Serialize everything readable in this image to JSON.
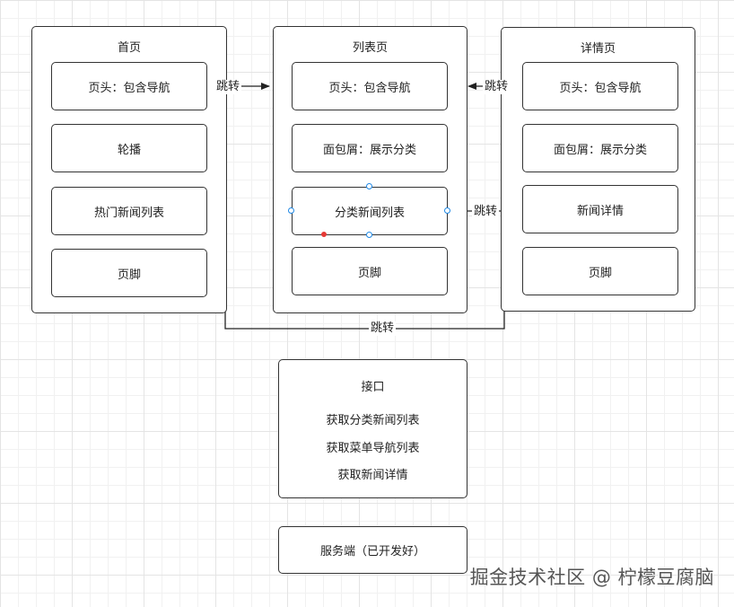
{
  "pages": {
    "home": {
      "title": "首页",
      "items": [
        "页头：包含导航",
        "轮播",
        "热门新闻列表",
        "页脚"
      ]
    },
    "list": {
      "title": "列表页",
      "items": [
        "页头：包含导航",
        "面包屑：展示分类",
        "分类新闻列表",
        "页脚"
      ]
    },
    "detail": {
      "title": "详情页",
      "items": [
        "页头：包含导航",
        "面包屑：展示分类",
        "新闻详情",
        "页脚"
      ]
    }
  },
  "edges": {
    "home_to_list": "跳转",
    "detail_to_list": "跳转",
    "list_to_detail": "跳转",
    "home_to_detail": "跳转"
  },
  "api": {
    "title": "接口",
    "items": [
      "获取分类新闻列表",
      "获取菜单导航列表",
      "获取新闻详情"
    ]
  },
  "server": {
    "label": "服务端（已开发好）"
  },
  "watermark": "掘金技术社区 @ 柠檬豆腐脑"
}
